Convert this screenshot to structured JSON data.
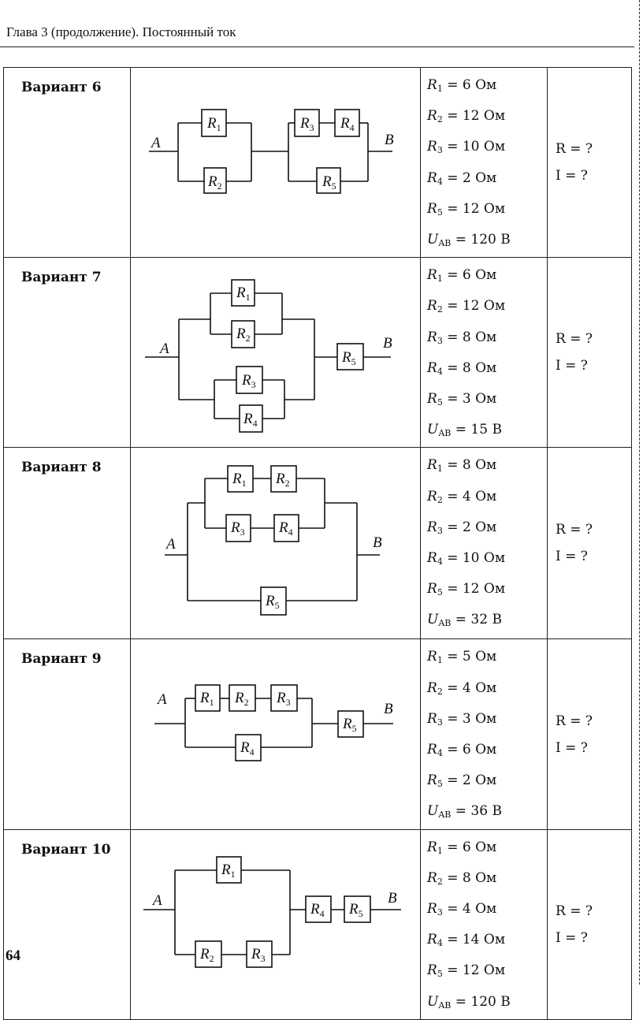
{
  "header": {
    "running_head": "Глава 3 (продолжение). Постоянный ток",
    "page_number": "64"
  },
  "variants": [
    {
      "title": "Вариант 6",
      "diagram": {
        "node_a": "A",
        "node_b": "B",
        "resistors": [
          "R1",
          "R2",
          "R3",
          "R4",
          "R5"
        ]
      },
      "given": [
        {
          "sym": "R",
          "sub": "1",
          "val": " = 6 Ом"
        },
        {
          "sym": "R",
          "sub": "2",
          "val": " = 12 Ом"
        },
        {
          "sym": "R",
          "sub": "3",
          "val": " = 10 Ом"
        },
        {
          "sym": "R",
          "sub": "4",
          "val": " = 2 Ом"
        },
        {
          "sym": "R",
          "sub": "5",
          "val": " = 12 Ом"
        },
        {
          "sym": "U",
          "sub": "AB",
          "val": " = 120 В"
        }
      ],
      "find": [
        "R = ?",
        "I = ?"
      ]
    },
    {
      "title": "Вариант 7",
      "diagram": {
        "node_a": "A",
        "node_b": "B",
        "resistors": [
          "R1",
          "R2",
          "R3",
          "R4",
          "R5"
        ]
      },
      "given": [
        {
          "sym": "R",
          "sub": "1",
          "val": " = 6 Ом"
        },
        {
          "sym": "R",
          "sub": "2",
          "val": " = 12 Ом"
        },
        {
          "sym": "R",
          "sub": "3",
          "val": " = 8 Ом"
        },
        {
          "sym": "R",
          "sub": "4",
          "val": " = 8 Ом"
        },
        {
          "sym": "R",
          "sub": "5",
          "val": " = 3 Ом"
        },
        {
          "sym": "U",
          "sub": "AB",
          "val": " = 15 В"
        }
      ],
      "find": [
        "R = ?",
        "I = ?"
      ]
    },
    {
      "title": "Вариант 8",
      "diagram": {
        "node_a": "A",
        "node_b": "B",
        "resistors": [
          "R1",
          "R2",
          "R3",
          "R4",
          "R5"
        ]
      },
      "given": [
        {
          "sym": "R",
          "sub": "1",
          "val": " = 8 Ом"
        },
        {
          "sym": "R",
          "sub": "2",
          "val": " = 4 Ом"
        },
        {
          "sym": "R",
          "sub": "3",
          "val": " = 2 Ом"
        },
        {
          "sym": "R",
          "sub": "4",
          "val": " = 10 Ом"
        },
        {
          "sym": "R",
          "sub": "5",
          "val": " = 12 Ом"
        },
        {
          "sym": "U",
          "sub": "AB",
          "val": " = 32 В"
        }
      ],
      "find": [
        "R = ?",
        "I = ?"
      ]
    },
    {
      "title": "Вариант 9",
      "diagram": {
        "node_a": "A",
        "node_b": "B",
        "resistors": [
          "R1",
          "R2",
          "R3",
          "R4",
          "R5"
        ]
      },
      "given": [
        {
          "sym": "R",
          "sub": "1",
          "val": " = 5 Ом"
        },
        {
          "sym": "R",
          "sub": "2",
          "val": " = 4 Ом"
        },
        {
          "sym": "R",
          "sub": "3",
          "val": " = 3 Ом"
        },
        {
          "sym": "R",
          "sub": "4",
          "val": " = 6 Ом"
        },
        {
          "sym": "R",
          "sub": "5",
          "val": " = 2 Ом"
        },
        {
          "sym": "U",
          "sub": "AB",
          "val": " = 36 В"
        }
      ],
      "find": [
        "R = ?",
        "I = ?"
      ]
    },
    {
      "title": "Вариант 10",
      "diagram": {
        "node_a": "A",
        "node_b": "B",
        "resistors": [
          "R1",
          "R2",
          "R3",
          "R4",
          "R5"
        ]
      },
      "given": [
        {
          "sym": "R",
          "sub": "1",
          "val": " = 6 Ом"
        },
        {
          "sym": "R",
          "sub": "2",
          "val": " = 8 Ом"
        },
        {
          "sym": "R",
          "sub": "3",
          "val": " = 4 Ом"
        },
        {
          "sym": "R",
          "sub": "4",
          "val": " = 14 Ом"
        },
        {
          "sym": "R",
          "sub": "5",
          "val": " = 12 Ом"
        },
        {
          "sym": "U",
          "sub": "AB",
          "val": " = 120 В"
        }
      ],
      "find": [
        "R = ?",
        "I = ?"
      ]
    }
  ]
}
